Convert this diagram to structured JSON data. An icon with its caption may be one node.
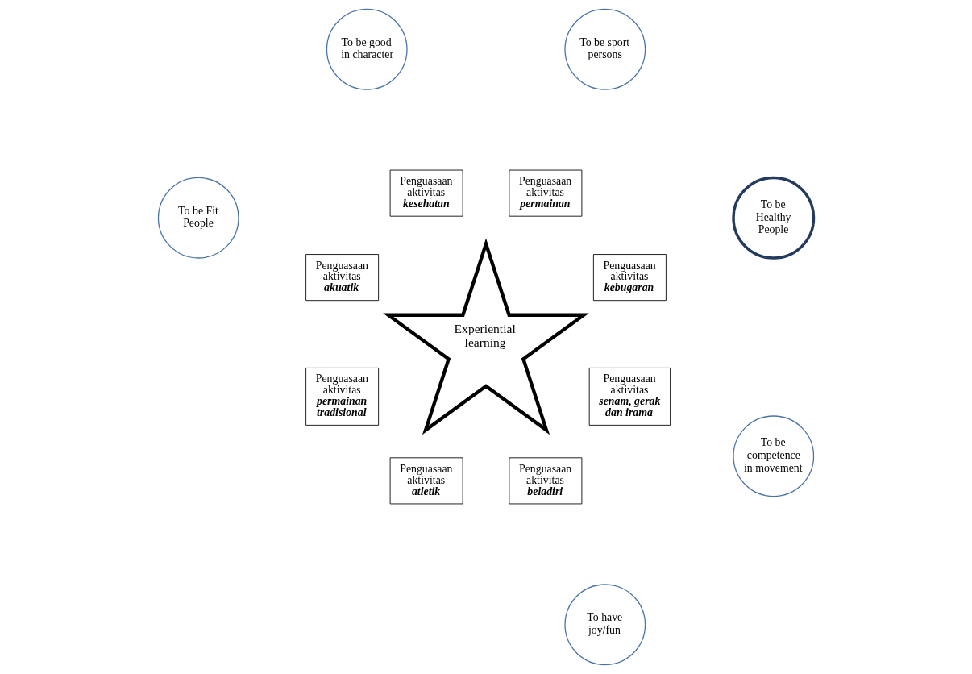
{
  "diagram": {
    "nodes": [
      {
        "text": [
          "To be Healthy People"
        ]
      },
      {
        "text": [
          "Penguasaan aktivitas",
          "kebugaran"
        ]
      },
      {
        "text": [
          "Penguasaan aktivitas",
          "permainan"
        ]
      },
      {
        "text": [
          "To be sport persons"
        ]
      },
      {
        "text": [
          "Penguasaan aktivitas",
          "kesehatan"
        ]
      },
      {
        "text": [
          "To be good in character"
        ]
      },
      {
        "text": [
          "Penguasaan aktivitas",
          "akuatik"
        ]
      },
      {
        "text": [
          "Experiential learning"
        ]
      },
      {
        "text": [
          "To be Fit People"
        ]
      },
      {
        "text": [
          "Penguasaan aktivitas",
          "permainan tradisional"
        ]
      },
      {
        "text": [
          "Penguasaan aktivitas",
          "atletik"
        ]
      },
      {
        "text": [
          "To have joy/fun"
        ]
      },
      {
        "text": [
          "Penguasaan aktivitas",
          "beladiri"
        ]
      },
      {
        "text": [
          "Penguasaan aktivitas",
          "senam, gerak dan irama"
        ]
      },
      {
        "text": [
          "To be competence in movement"
        ]
      }
    ],
    "edges": []
  }
}
